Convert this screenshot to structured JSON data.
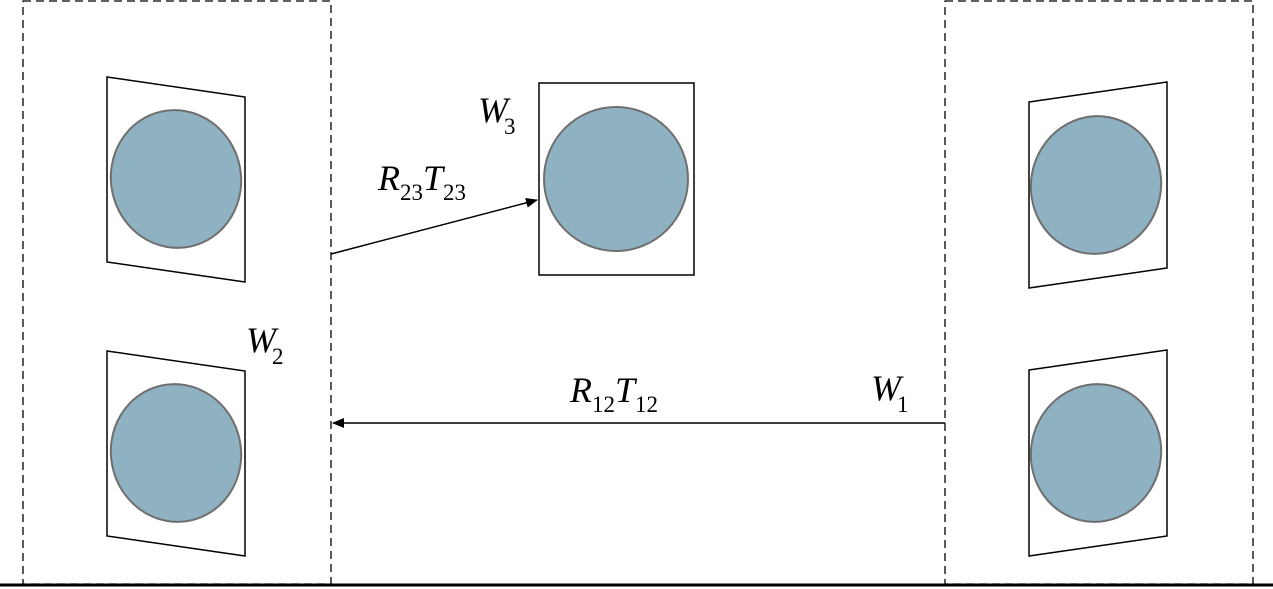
{
  "labels": {
    "w1": {
      "main": "W",
      "sub": "1"
    },
    "w2": {
      "main": "W",
      "sub": "2"
    },
    "w3": {
      "main": "W",
      "sub": "3"
    },
    "transform_12": {
      "r": "R",
      "r_sub": "12",
      "t": "T",
      "t_sub": "12"
    },
    "transform_23": {
      "r": "R",
      "r_sub": "23",
      "t": "T",
      "t_sub": "23"
    }
  },
  "colors": {
    "disc_fill": "#8fb2c3",
    "disc_stroke": "#6f6f6f",
    "line": "#000000"
  }
}
